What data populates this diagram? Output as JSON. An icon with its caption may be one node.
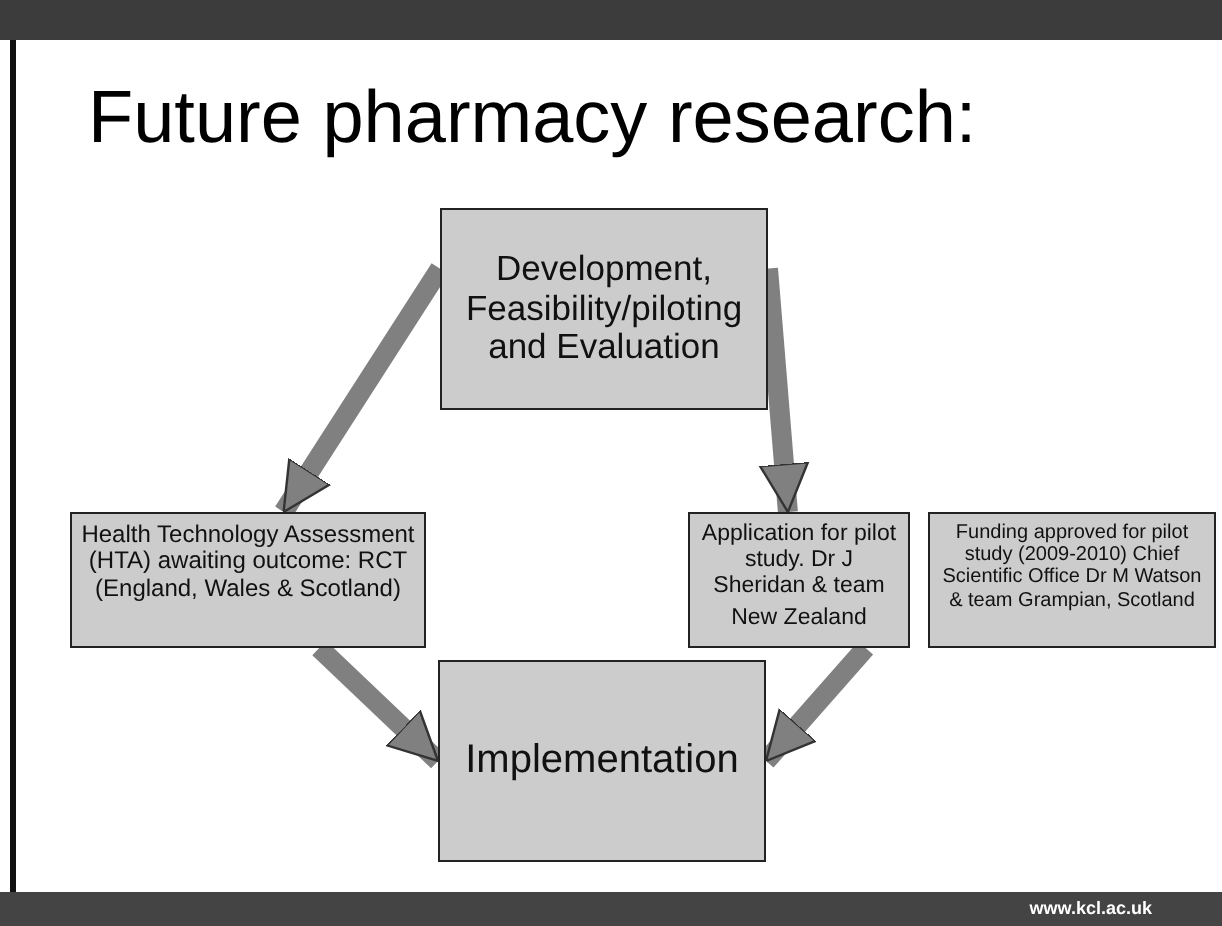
{
  "diagram": {
    "title": "Future pharmacy research:",
    "nodes": [
      {
        "text": [
          "Development, Feasibility/piloting and Evaluation"
        ]
      },
      {
        "text": [
          "Health Technology Assessment (HTA) awaiting outcome: RCT (England, Wales & Scotland)"
        ]
      },
      {
        "text": [
          "Application for pilot study. Dr J Sheridan & team",
          "New Zealand"
        ]
      },
      {
        "text": [
          "Funding approved for pilot study (2009-2010) Chief Scientific Office Dr M Watson & team Grampian, Scotland"
        ]
      },
      {
        "text": [
          "Implementation"
        ]
      }
    ],
    "edges": [
      {
        "from": 0,
        "to": 1,
        "arrow": "to"
      },
      {
        "from": 0,
        "to": 2,
        "arrow": "to"
      },
      {
        "from": 1,
        "to": 4,
        "arrow": "to"
      },
      {
        "from": 2,
        "to": 4,
        "arrow": "to"
      }
    ],
    "labels": [
      "www.kcl.ac.uk"
    ]
  }
}
